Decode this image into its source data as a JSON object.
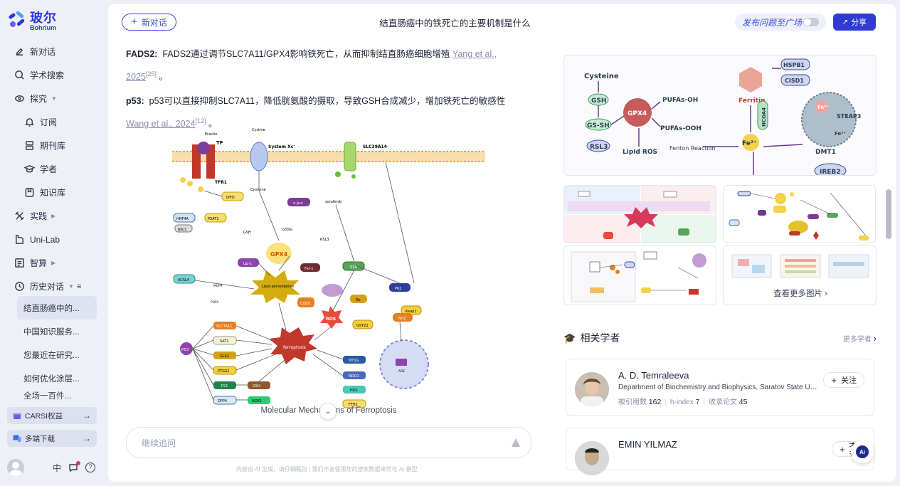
{
  "brand": {
    "name_cn": "玻尔",
    "name_en": "Bohrium"
  },
  "nav": [
    {
      "label": "新对话",
      "icon": "edit-icon"
    },
    {
      "label": "学术搜索",
      "icon": "search-icon"
    },
    {
      "label": "探究",
      "icon": "explore-icon",
      "expandable": true
    },
    {
      "label": "订阅",
      "icon": "bell-icon",
      "sub": true
    },
    {
      "label": "期刊库",
      "icon": "journal-icon",
      "sub": true
    },
    {
      "label": "学者",
      "icon": "scholar-icon",
      "sub": true
    },
    {
      "label": "知识库",
      "icon": "knowledge-icon",
      "sub": true
    },
    {
      "label": "实践",
      "icon": "practice-icon",
      "expandable": true
    },
    {
      "label": "Uni-Lab",
      "icon": "lab-icon"
    },
    {
      "label": "智算",
      "icon": "compute-icon",
      "expandable": true
    },
    {
      "label": "历史对话",
      "icon": "history-icon",
      "expandable": true
    }
  ],
  "history": [
    "结直肠癌中的...",
    "中国知识服务...",
    "您最近在研究...",
    "如何优化涂层...",
    "全场一百件..."
  ],
  "side_buttons": {
    "carsi": "CARSI权益",
    "download": "多端下载"
  },
  "footer": {
    "lang": "中",
    "help": "?"
  },
  "topbar": {
    "new_chat": "新对话",
    "title": "结直肠癌中的铁死亡的主要机制是什么",
    "publish": "发布问题至广场",
    "share": "分享"
  },
  "answer": {
    "fads2_label": "FADS2:",
    "fads2_text": "FADS2通过调节SLC7A11/GPX4影响铁死亡，从而抑制结直肠癌细胞增殖",
    "fads2_cite": "Yang et al., 2025",
    "fads2_ref": "[25]",
    "p53_label": "p53:",
    "p53_text": "p53可以直接抑制SLC7A11，降低胱氨酸的摄取，导致GSH合成减少，增加铁死亡的敏感性",
    "p53_cite": "Wang et al., 2024",
    "p53_ref": "[12]",
    "figure_caption": "Molecular Mechanisms of Ferroptosis",
    "figure_labels": {
      "erastin": "Erastin",
      "tf": "TF",
      "tfr1": "TFR1",
      "cystine": "Cystine",
      "system_xc": "System Xc⁻",
      "slc39a14": "SLC39A14",
      "cysteine": "Cysteine",
      "dfo": "DFO",
      "cjun": "c-Jun",
      "sorafenib": "sorafenib",
      "hnf4a": "HNF4A",
      "psat1": "PSAT1",
      "nrc1": "NRC1",
      "gsh": "GSH",
      "gssg": "GSSG",
      "rsl3": "RSL3",
      "gpx4": "GPX4",
      "lip1": "Lip-1",
      "fer1": "Fer-1",
      "s1r": "S1R",
      "acsl4": "ACSL4",
      "mufa": "MUFA",
      "pufa": "PUFA",
      "lipid_perox": "Lipid peroxidation",
      "p62": "P62",
      "cisd1": "CISD1",
      "rb": "Rb",
      "ros": "ROS",
      "keap1": "Keap1",
      "nrf2": "Nrf2",
      "gstz1": "GSTZ1",
      "slc7a11": "SLC7A11",
      "sat1": "SAT1",
      "gls2": "GLS2",
      "ptgs2": "PTGS2",
      "p21": "P21",
      "dpp4": "DPP4",
      "nox1": "NOX1",
      "ferroptosis": "ferroptosis",
      "mt1g": "MT1G",
      "nqo1": "NOQ1",
      "ho1": "HO1",
      "fth1": "FTH1",
      "are": "ARE",
      "p53": "P53"
    }
  },
  "input": {
    "placeholder": "继续追问"
  },
  "disclaimer": "内容由 AI 生成，请仔细甄别 | 我们不会使用您的搜索数据来优化 AI 模型",
  "images": {
    "big_labels": {
      "cysteine": "Cysteine",
      "gsh": "GSH",
      "gssh": "GS-SH",
      "rsl3": "RSL3",
      "gpx4": "GPX4",
      "pufas_oh": "PUFAs-OH",
      "pufas_ooh": "PUFAs-OOH",
      "lipid_ros": "Lipid ROS",
      "ferritin": "Ferritin",
      "ncoa4": "NCOA4",
      "fenton": "Fenton Reaction",
      "fe2": "Fe²⁺",
      "fe3": "Fe³⁺",
      "hspb1": "HSPB1",
      "cisd1": "CISD1",
      "steap3": "STEAP3",
      "dmt1": "DMT1",
      "ireb2": "IREB2"
    },
    "more": "查看更多图片"
  },
  "scholars": {
    "title": "相关学者",
    "more": "更多学者",
    "cited_label": "被引用数",
    "hindex_label": "h-index",
    "papers_label": "收录论文",
    "follow": "关注",
    "items": [
      {
        "name": "A. D. Temraleeva",
        "affiliation": "Department of Biochemistry and Biophysics, Saratov State University",
        "cited": "162",
        "hindex": "7",
        "papers": "45"
      },
      {
        "name": "EMIN YILMAZ",
        "affiliation": "",
        "cited": "",
        "hindex": "",
        "papers": ""
      }
    ]
  },
  "ai_fab": "Ai",
  "colors": {
    "brand": "#2c3ad8",
    "accent": "#2f3bd4",
    "membrane": "#f2c56b"
  }
}
